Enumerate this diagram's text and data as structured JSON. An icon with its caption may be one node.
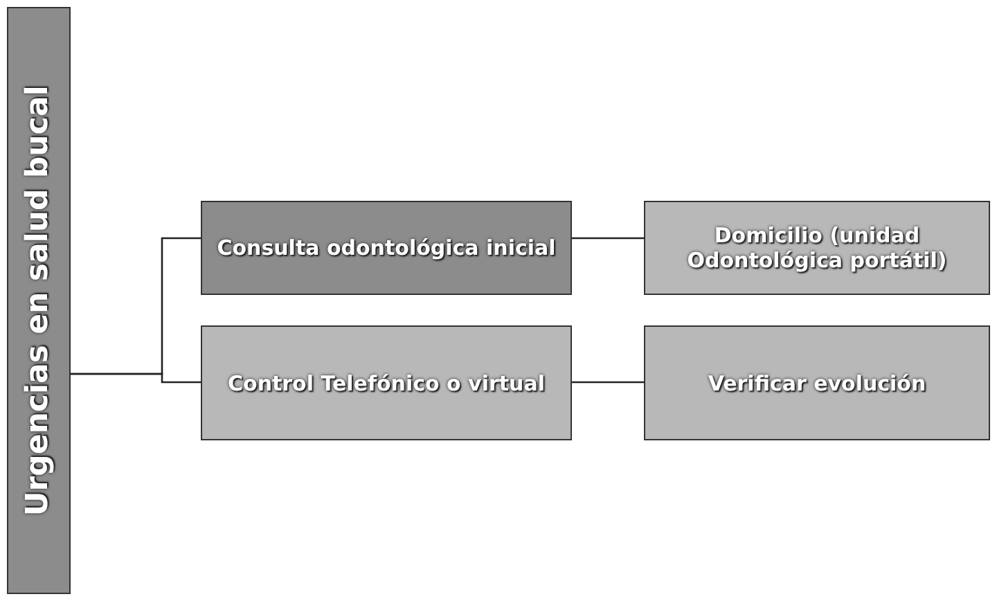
{
  "diagram": {
    "nodes": [
      {
        "text": [
          "Urgencias en salud bucal"
        ]
      },
      {
        "text": [
          "Consulta odontológica inicial"
        ]
      },
      {
        "text": [
          "Control Telefónico o virtual"
        ]
      },
      {
        "text": [
          "Domicilio (unidad Odontológica portátil)"
        ]
      },
      {
        "text": [
          "Verificar evolución"
        ]
      }
    ],
    "edges": [
      {
        "from": 0,
        "to": 1,
        "arrow": "none"
      },
      {
        "from": 0,
        "to": 2,
        "arrow": "none"
      },
      {
        "from": 1,
        "to": 3,
        "arrow": "none"
      },
      {
        "from": 2,
        "to": 4,
        "arrow": "none"
      }
    ]
  }
}
